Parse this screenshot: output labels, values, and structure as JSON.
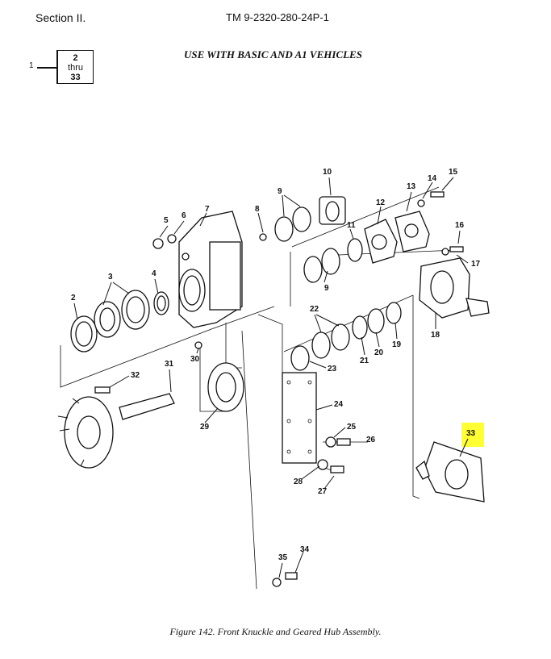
{
  "header": {
    "section": "Section II.",
    "tm_number": "TM 9-2320-280-24P-1"
  },
  "subtitle": "USE WITH BASIC AND A1 VEHICLES",
  "range_box": {
    "lead": "1",
    "from": "2",
    "thru": "thru",
    "to": "33"
  },
  "caption": "Figure 142.  Front Knuckle and Geared Hub Assembly.",
  "highlight_color": "#ffff33",
  "callouts": {
    "c2": "2",
    "c3": "3",
    "c4": "4",
    "c5": "5",
    "c6": "6",
    "c7": "7",
    "c8": "8",
    "c9a": "9",
    "c9b": "9",
    "c10": "10",
    "c11": "11",
    "c12": "12",
    "c13": "13",
    "c14": "14",
    "c15": "15",
    "c16": "16",
    "c17": "17",
    "c18": "18",
    "c19": "19",
    "c20": "20",
    "c21": "21",
    "c22": "22",
    "c23": "23",
    "c24": "24",
    "c25": "25",
    "c26": "26",
    "c27": "27",
    "c28": "28",
    "c29": "29",
    "c30": "30",
    "c31": "31",
    "c32": "32",
    "c33": "33",
    "c34": "34",
    "c35": "35"
  }
}
